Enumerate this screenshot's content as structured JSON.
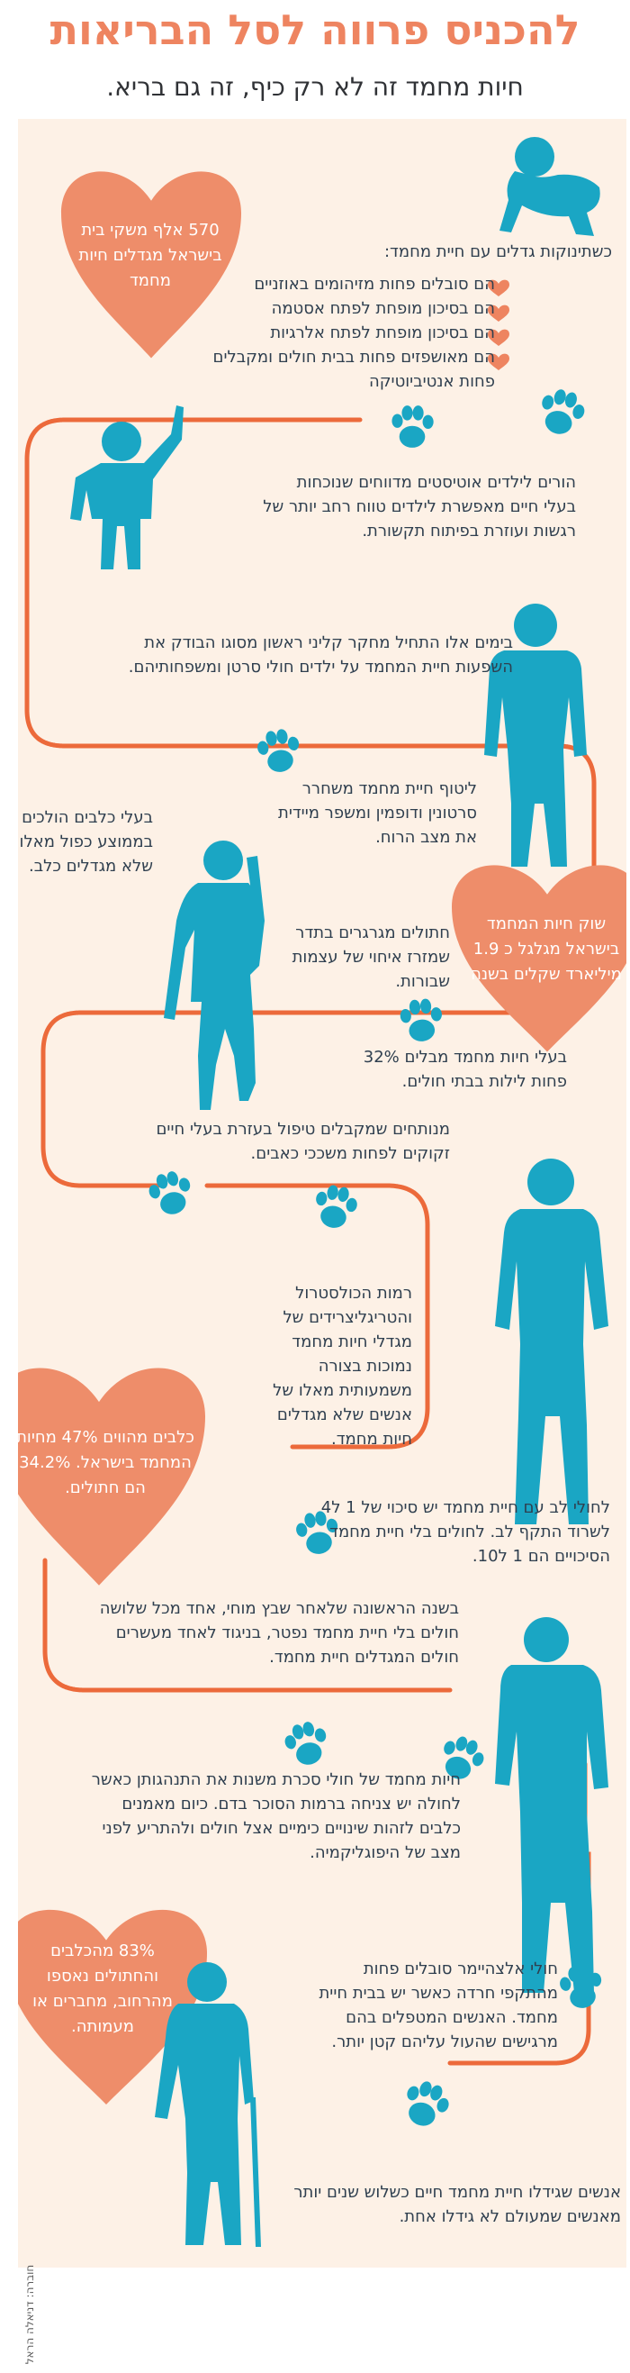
{
  "header": {
    "title": "להכניס פרווה לסל הבריאות",
    "subtitle": "חיות מחמד זה לא רק כיף, זה גם בריא."
  },
  "credit": "חוברה: דניאלה הראל",
  "colors": {
    "accent": "#ee8460",
    "path": "#ec6a3b",
    "figure": "#1aa6c4",
    "panel": "#fdf1e6",
    "text": "#2f3f4f"
  },
  "hearts": [
    {
      "text": "570 אלף משקי בית בישראל מגדלים חיות מחמד"
    },
    {
      "text": "שוק חיות המחמד בישראל מגלגל כ 1.9 מיליארד שקלים בשנה"
    },
    {
      "text": "כלבים מהווים 47% מחיות המחמד בישראל. 34.2% הם חתולים."
    },
    {
      "text": "83% מהכלבים והחתולים נאספו מהרחוב, מחברים או מעמותה."
    }
  ],
  "section1": {
    "intro": "כשתינוקות גדלים עם חיית מחמד:",
    "bullets": [
      "הם סובלים פחות מזיהומים באוזניים",
      "הם בסיכון מופחת לפתח אסטמה",
      "הם בסיכון מופחת לפתח אלרגיות",
      "הם מאושפזים פחות בבית חולים ומקבלים פחות אנטיביוטיקה"
    ]
  },
  "facts": {
    "autism": "הורים לילדים אוטיסטים מדווחים שנוכחות בעלי חיים מאפשרת לילדים טווח רחב יותר של רגשות ועוזרת בפיתוח תקשורת.",
    "cancer_study": "בימים אלו התחיל מחקר קליני ראשון מסוגו הבודק את השפעות חיית המחמד על ילדים חולי סרטן ומשפחותיהם.",
    "serotonin": "ליטוף חיית מחמד משחרר סרטונין ודופמין ומשפר מיידית את מצב הרוח.",
    "dog_walkers": "בעלי כלבים הולכים בממוצע כפול מאלו שלא מגדלים כלב.",
    "fractures": "חתולים מגרגרים בתדר שמזרז איחוי של עצמות שבורות.",
    "hospital_nights": "בעלי חיות מחמד מבלים 32% פחות לילות בבתי חולים.",
    "surgery": "מנותחים שמקבלים טיפול בעזרת בעלי חיים זקוקים לפחות משככי כאבים.",
    "cholesterol": "רמות הכולסטרול והטריגליצרידים של מגדלי חיות מחמד נמוכות בצורה משמעותית מאלו של אנשים שלא מגדלים חיות מחמד.",
    "heart_attack": "לחולי לב עם חיית מחמד יש סיכוי של 1 ל4 לשרוד התקף לב. לחולים בלי חיית מחמד הסיכויים הם 1 ל10.",
    "stroke": "בשנה הראשונה שלאחר שבץ מוחי, אחד מכל שלושה חולים בלי חיית מחמד נפטר, בניגוד לאחד מעשרים חולים המגדלים חיית מחמד.",
    "diabetes": "חיות מחמד של חולי סכרת משנות את התנהגותן כאשר לחולה יש צניחה ברמות הסוכר בדם. כיום מאמנים כלבים לזהות שינויים כימיים אצל חולים ולהתריע לפני מצב של היפוגליקמיה.",
    "alzheimer": "חולי אלצהיימר סובלים פחות מהתקפי חרדה כאשר יש בבית חיית מחמד. האנשים המטפלים בהם מרגישים שהעול עליהם קטן יותר.",
    "longevity": "אנשים שגידלו חיית מחמד חיים כשלוש שנים יותר מאנשים שמעולם לא גידלו אחת."
  }
}
